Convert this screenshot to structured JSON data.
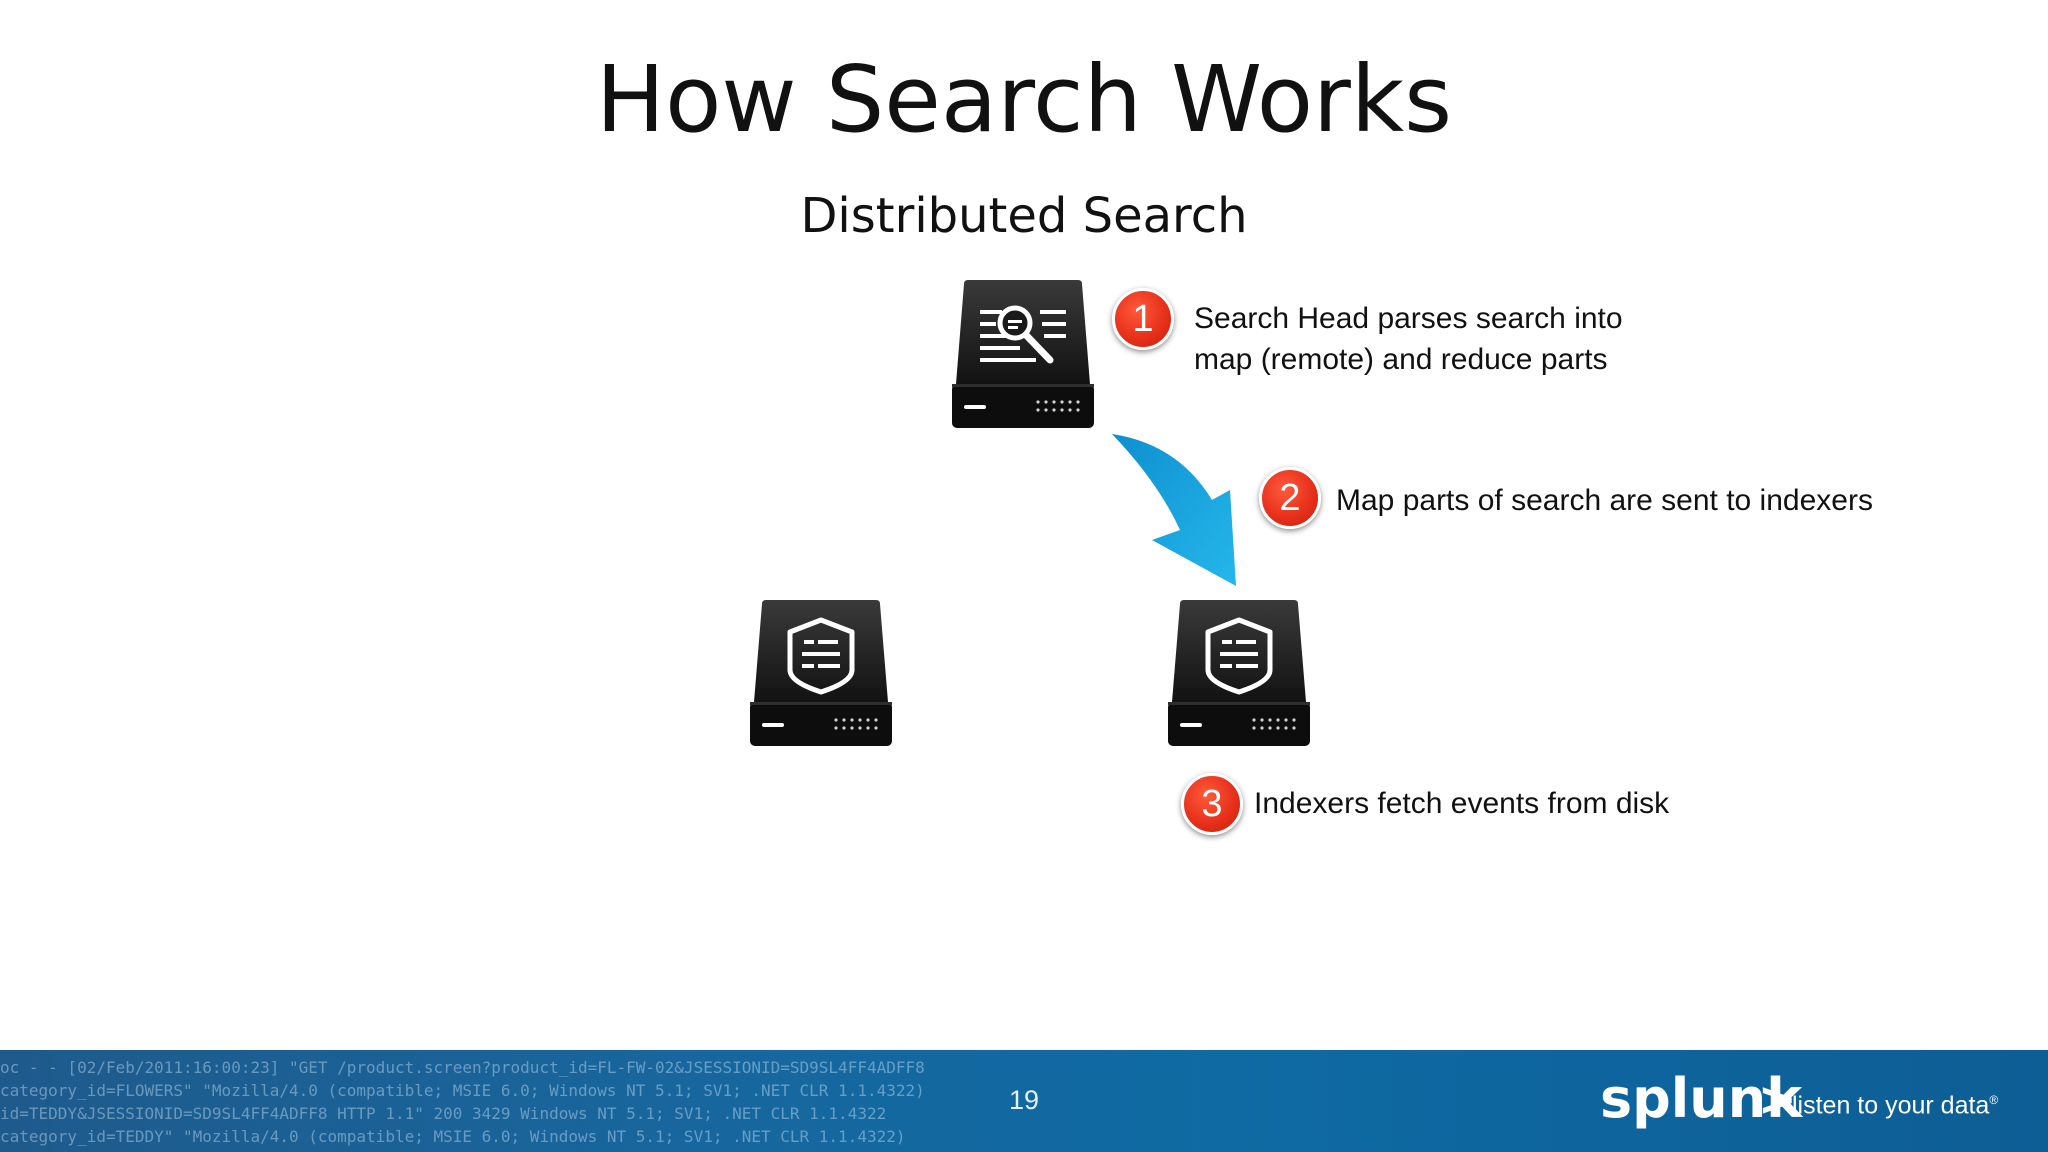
{
  "slide": {
    "title": "How Search Works",
    "subtitle": "Distributed Search",
    "page_number": "19"
  },
  "nodes": [
    {
      "role": "search-head",
      "icon": "search-head-server-icon"
    },
    {
      "role": "indexer",
      "icon": "indexer-server-icon"
    },
    {
      "role": "indexer",
      "icon": "indexer-server-icon"
    }
  ],
  "steps": [
    {
      "number": "1",
      "lines": [
        "Search Head parses search into",
        "map (remote) and reduce parts"
      ]
    },
    {
      "number": "2",
      "lines": [
        "Map parts of search are sent to indexers"
      ]
    },
    {
      "number": "3",
      "lines": [
        "Indexers fetch events from disk"
      ]
    }
  ],
  "footer": {
    "brand": "splunk",
    "brand_mark": ">",
    "tagline": "listen to your data",
    "trademark": "®",
    "background_log": [
      "oc - - [02/Feb/2011:16:00:23] \"GET /product.screen?product_id=FL-FW-02&JSESSIONID=SD9SL4FF4ADFF8",
      "category_id=FLOWERS\" \"Mozilla/4.0 (compatible; MSIE 6.0; Windows NT 5.1; SV1; .NET CLR 1.1.4322)",
      "id=TEDDY&JSESSIONID=SD9SL4FF4ADFF8 HTTP 1.1\" 200 3429 Windows NT 5.1; SV1; .NET CLR 1.1.4322",
      "category_id=TEDDY\" \"Mozilla/4.0 (compatible; MSIE 6.0; Windows NT 5.1; SV1; .NET CLR 1.1.4322)"
    ]
  },
  "colors": {
    "badge": "#e8311b",
    "arrow": "#1aa7e0",
    "server": "#1c1c1c",
    "footer": "#17679e"
  }
}
